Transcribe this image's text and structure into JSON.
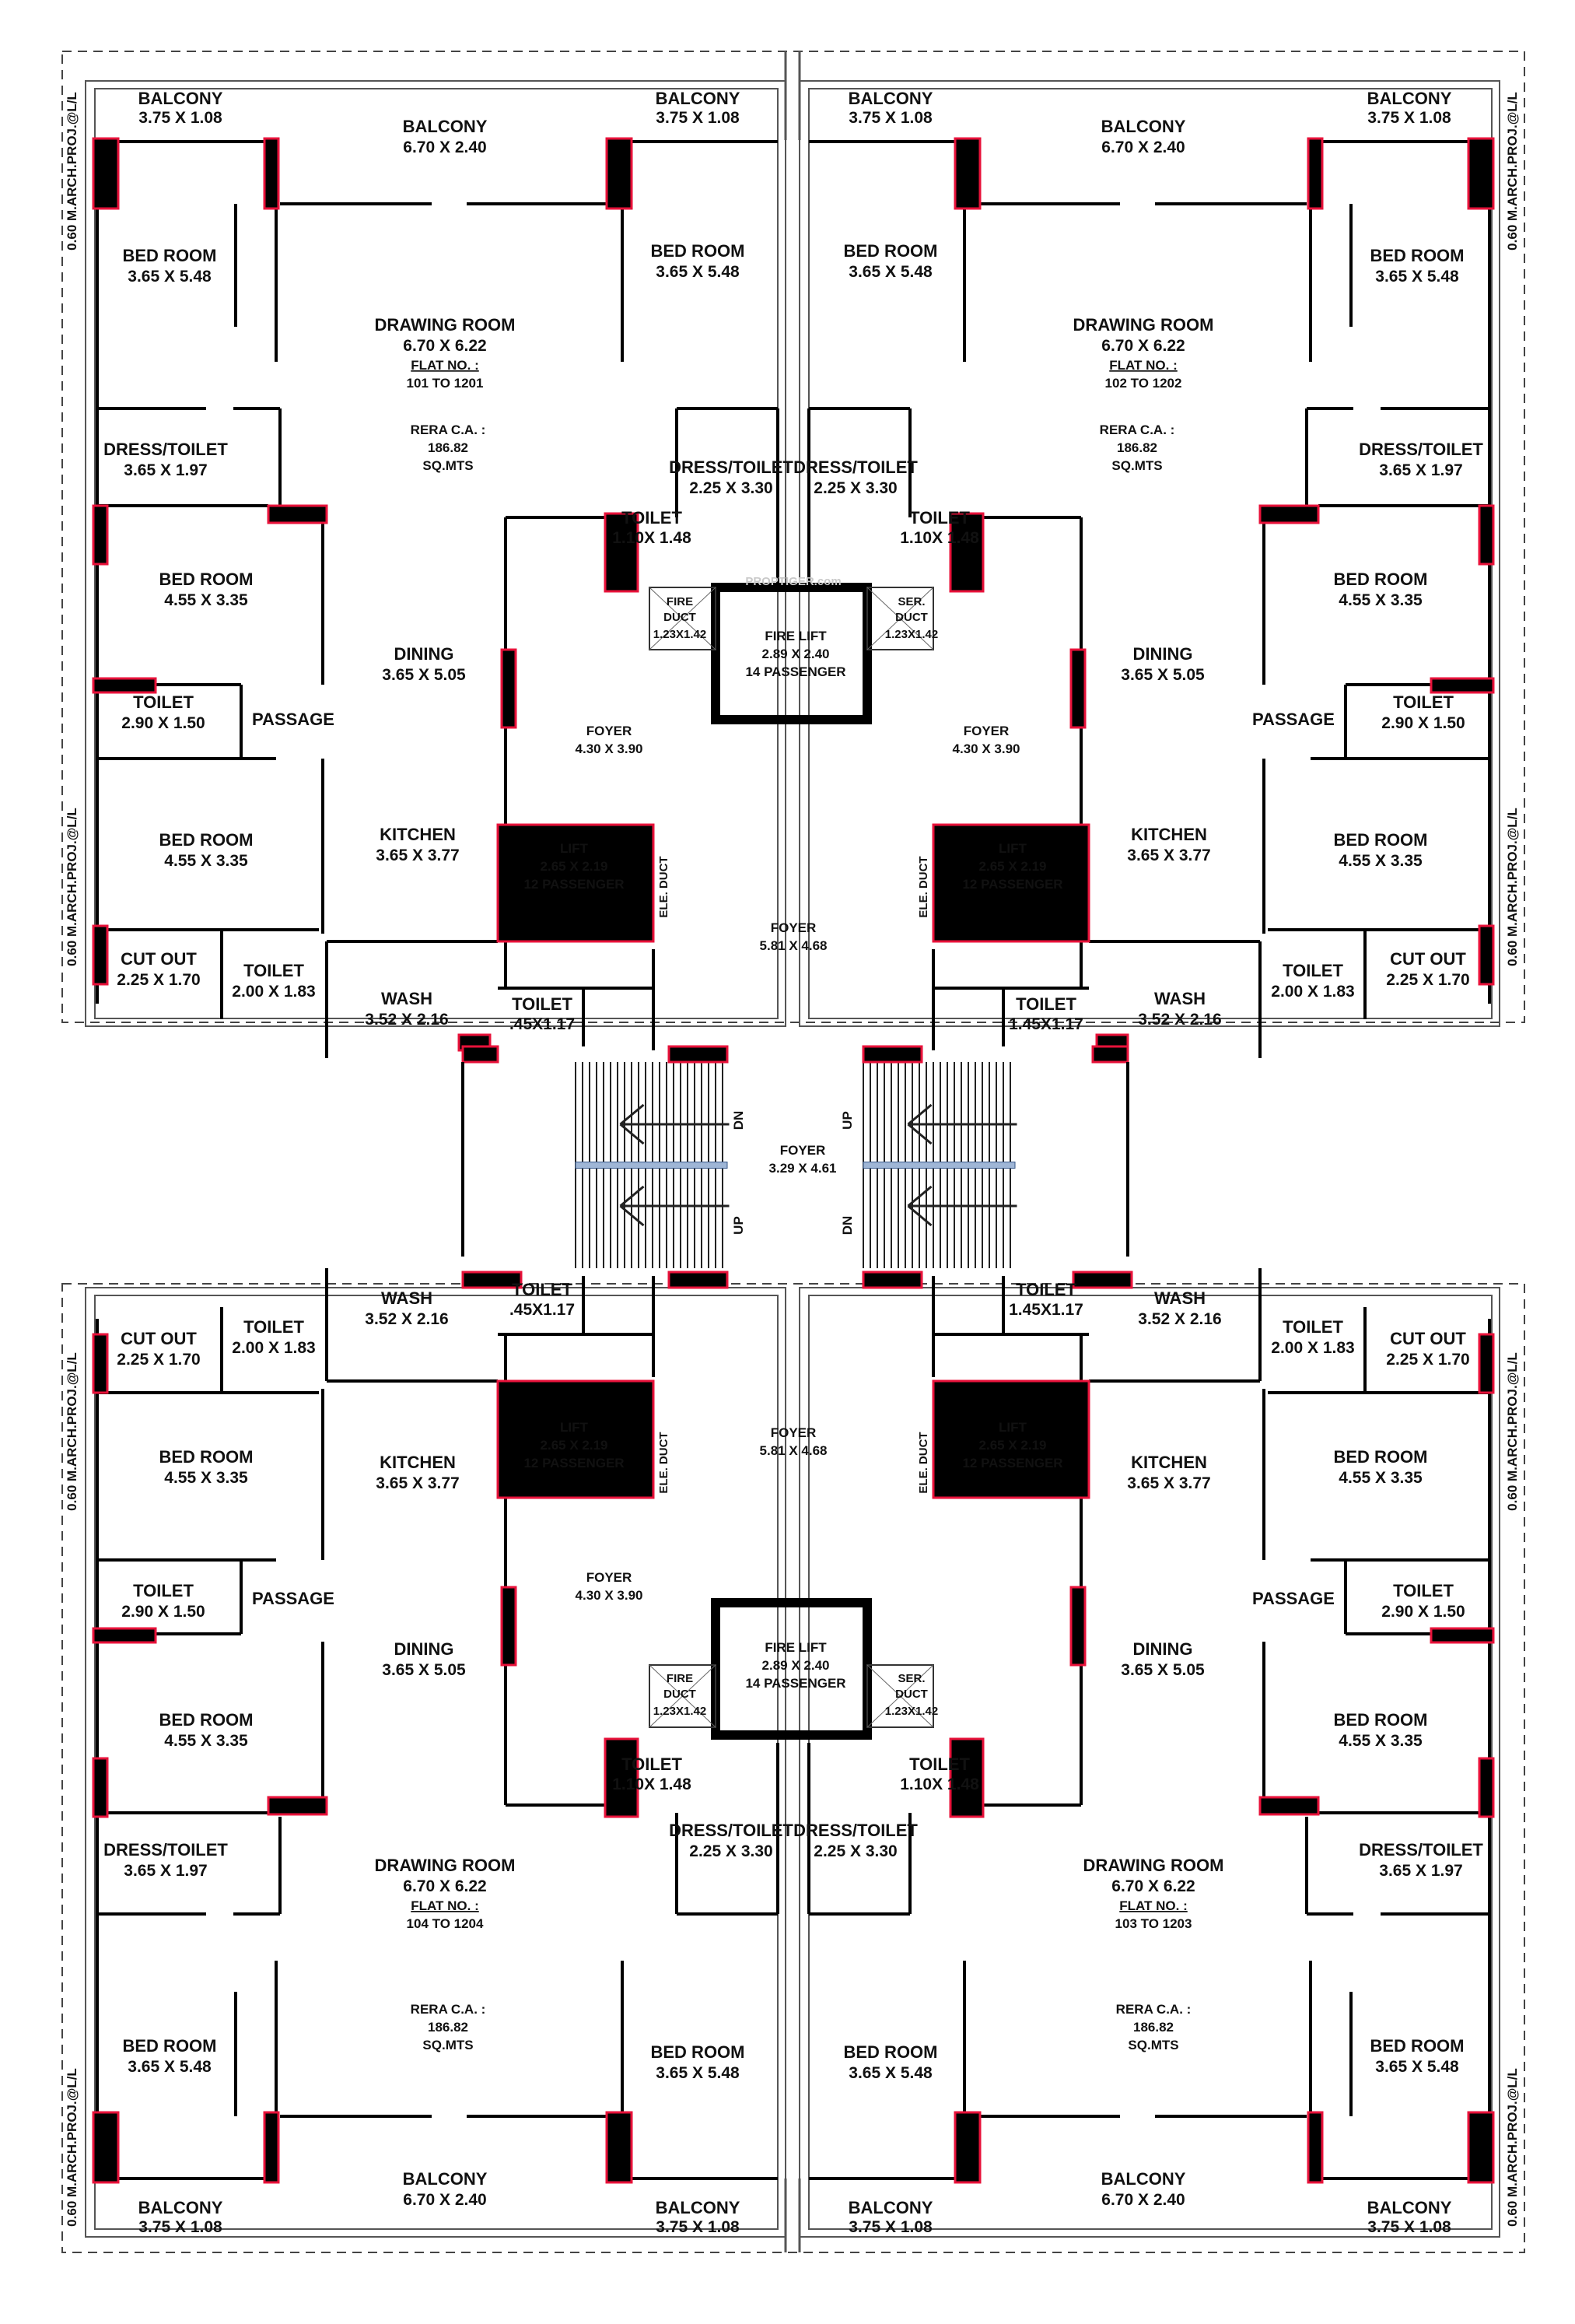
{
  "watermark": "PROPTIGER.com",
  "projections": {
    "left": "0.60 M.ARCH.PROJ.@L/L",
    "right": "0.60 M.ARCH.PROJ.@L/L"
  },
  "flats": [
    {
      "id": "flat-101",
      "flat_no_label": "FLAT NO. :",
      "flat_no_range": "101 TO 1201",
      "rera_label": "RERA C.A. :",
      "rera_value": "186.82",
      "rera_unit": "SQ.MTS",
      "rooms": [
        {
          "name": "BALCONY",
          "dim": "3.75 X 1.08"
        },
        {
          "name": "BALCONY",
          "dim": "6.70 X 2.40"
        },
        {
          "name": "BALCONY",
          "dim": "3.75 X 1.08"
        },
        {
          "name": "BED ROOM",
          "dim": "3.65 X 5.48"
        },
        {
          "name": "DRAWING ROOM",
          "dim": "6.70 X 6.22"
        },
        {
          "name": "BED ROOM",
          "dim": "3.65 X 5.48"
        },
        {
          "name": "DRESS/TOILET",
          "dim": "3.65 X 1.97"
        },
        {
          "name": "DRESS/TOILET",
          "dim": "2.25 X 3.30"
        },
        {
          "name": "TOILET",
          "dim": "1.10X 1.48"
        },
        {
          "name": "BED ROOM",
          "dim": "4.55 X 3.35"
        },
        {
          "name": "DINING",
          "dim": "3.65 X 5.05"
        },
        {
          "name": "TOILET",
          "dim": "2.90 X 1.50"
        },
        {
          "name": "PASSAGE",
          "dim": ""
        },
        {
          "name": "BED ROOM",
          "dim": "4.55 X 3.35"
        },
        {
          "name": "KITCHEN",
          "dim": "3.65 X 3.77"
        },
        {
          "name": "CUT OUT",
          "dim": "2.25 X 1.70"
        },
        {
          "name": "TOILET",
          "dim": "2.00 X 1.83"
        },
        {
          "name": "WASH",
          "dim": "3.52 X 2.16"
        },
        {
          "name": "TOILET",
          "dim": ".45X1.17"
        },
        {
          "name": "FOYER",
          "dim": "4.30 X 3.90"
        }
      ]
    },
    {
      "id": "flat-102",
      "flat_no_label": "FLAT NO. :",
      "flat_no_range": "102 TO 1202",
      "rera_label": "RERA C.A. :",
      "rera_value": "186.82",
      "rera_unit": "SQ.MTS",
      "rooms": [
        {
          "name": "BALCONY",
          "dim": "3.75 X 1.08"
        },
        {
          "name": "BALCONY",
          "dim": "6.70 X 2.40"
        },
        {
          "name": "BALCONY",
          "dim": "3.75 X 1.08"
        },
        {
          "name": "BED ROOM",
          "dim": "3.65 X 5.48"
        },
        {
          "name": "DRAWING ROOM",
          "dim": "6.70 X 6.22"
        },
        {
          "name": "BED ROOM",
          "dim": "3.65 X 5.48"
        },
        {
          "name": "DRESS/TOILET",
          "dim": "2.25 X 3.30"
        },
        {
          "name": "DRESS/TOILET",
          "dim": "3.65 X 1.97"
        },
        {
          "name": "TOILET",
          "dim": "1.10X 1.48"
        },
        {
          "name": "BED ROOM",
          "dim": "4.55 X 3.35"
        },
        {
          "name": "DINING",
          "dim": "3.65 X 5.05"
        },
        {
          "name": "PASSAGE",
          "dim": ""
        },
        {
          "name": "TOILET",
          "dim": "2.90 X 1.50"
        },
        {
          "name": "BED ROOM",
          "dim": "4.55 X 3.35"
        },
        {
          "name": "KITCHEN",
          "dim": "3.65 X 3.77"
        },
        {
          "name": "TOILET",
          "dim": "2.00 X 1.83"
        },
        {
          "name": "CUT OUT",
          "dim": "2.25 X 1.70"
        },
        {
          "name": "WASH",
          "dim": "3.52 X 2.16"
        },
        {
          "name": "TOILET",
          "dim": "1.45X1.17"
        },
        {
          "name": "FOYER",
          "dim": "4.30 X 3.90"
        }
      ]
    },
    {
      "id": "flat-104",
      "flat_no_label": "FLAT NO. :",
      "flat_no_range": "104 TO 1204",
      "rera_label": "RERA C.A. :",
      "rera_value": "186.82",
      "rera_unit": "SQ.MTS",
      "rooms": [
        {
          "name": "WASH",
          "dim": "3.52 X 2.16"
        },
        {
          "name": "TOILET",
          "dim": ".45X1.17"
        },
        {
          "name": "CUT OUT",
          "dim": "2.25 X 1.70"
        },
        {
          "name": "TOILET",
          "dim": "2.00 X 1.83"
        },
        {
          "name": "BED ROOM",
          "dim": "4.55 X 3.35"
        },
        {
          "name": "KITCHEN",
          "dim": "3.65 X 3.77"
        },
        {
          "name": "TOILET",
          "dim": "2.90 X 1.50"
        },
        {
          "name": "PASSAGE",
          "dim": ""
        },
        {
          "name": "FOYER",
          "dim": "4.30 X 3.90"
        },
        {
          "name": "DINING",
          "dim": "3.65 X 5.05"
        },
        {
          "name": "BED ROOM",
          "dim": "4.55 X 3.35"
        },
        {
          "name": "TOILET",
          "dim": "1.10X 1.48"
        },
        {
          "name": "DRESS/TOILET",
          "dim": "3.65 X 1.97"
        },
        {
          "name": "DRAWING ROOM",
          "dim": "6.70 X 6.22"
        },
        {
          "name": "DRESS/TOILET",
          "dim": "2.25 X 3.30"
        },
        {
          "name": "BED ROOM",
          "dim": "3.65 X 5.48"
        },
        {
          "name": "BED ROOM",
          "dim": "3.65 X 5.48"
        },
        {
          "name": "BALCONY",
          "dim": "6.70 X 2.40"
        },
        {
          "name": "BALCONY",
          "dim": "3.75 X 1.08"
        },
        {
          "name": "BALCONY",
          "dim": "3.75 X 1.08"
        }
      ]
    },
    {
      "id": "flat-103",
      "flat_no_label": "FLAT NO. :",
      "flat_no_range": "103 TO 1203",
      "rera_label": "RERA C.A. :",
      "rera_value": "186.82",
      "rera_unit": "SQ.MTS",
      "rooms": [
        {
          "name": "WASH",
          "dim": "3.52 X 2.16"
        },
        {
          "name": "TOILET",
          "dim": "1.45X1.17"
        },
        {
          "name": "TOILET",
          "dim": "2.00 X 1.83"
        },
        {
          "name": "CUT OUT",
          "dim": "2.25 X 1.70"
        },
        {
          "name": "KITCHEN",
          "dim": "3.65 X 3.77"
        },
        {
          "name": "BED ROOM",
          "dim": "4.55 X 3.35"
        },
        {
          "name": "PASSAGE",
          "dim": ""
        },
        {
          "name": "TOILET",
          "dim": "2.90 X 1.50"
        },
        {
          "name": "DINING",
          "dim": "3.65 X 5.05"
        },
        {
          "name": "BED ROOM",
          "dim": "4.55 X 3.35"
        },
        {
          "name": "TOILET",
          "dim": "1.10X 1.48"
        },
        {
          "name": "DRESS/TOILET",
          "dim": "2.25 X 3.30"
        },
        {
          "name": "DRAWING ROOM",
          "dim": "6.70 X 6.22"
        },
        {
          "name": "DRESS/TOILET",
          "dim": "3.65 X 1.97"
        },
        {
          "name": "BED ROOM",
          "dim": "3.65 X 5.48"
        },
        {
          "name": "BED ROOM",
          "dim": "3.65 X 5.48"
        },
        {
          "name": "BALCONY",
          "dim": "6.70 X 2.40"
        },
        {
          "name": "BALCONY",
          "dim": "3.75 X 1.08"
        },
        {
          "name": "BALCONY",
          "dim": "3.75 X 1.08"
        }
      ]
    }
  ],
  "core": {
    "fire_lift_top": {
      "name": "FIRE LIFT",
      "dim": "2.89 X 2.40",
      "cap": "14 PASSENGER"
    },
    "fire_lift_bottom": {
      "name": "FIRE LIFT",
      "dim": "2.89 X 2.40",
      "cap": "14 PASSENGER"
    },
    "fire_duct_top": {
      "name": "FIRE",
      "name2": "DUCT",
      "dim": "1.23X1.42"
    },
    "ser_duct_top": {
      "name": "SER.",
      "name2": "DUCT",
      "dim": "1.23X1.42"
    },
    "fire_duct_bottom": {
      "name": "FIRE",
      "name2": "DUCT",
      "dim": "1.23X1.42"
    },
    "ser_duct_bottom": {
      "name": "SER.",
      "name2": "DUCT",
      "dim": "1.23X1.42"
    },
    "lift_tl": {
      "name": "LIFT",
      "dim": "2.65 X 2.19",
      "cap": "12 PASSENGER"
    },
    "lift_tr": {
      "name": "LIFT",
      "dim": "2.65 X 2.19",
      "cap": "12 PASSENGER"
    },
    "lift_bl": {
      "name": "LIFT",
      "dim": "2.65 X 2.19",
      "cap": "12 PASSENGER"
    },
    "lift_br": {
      "name": "LIFT",
      "dim": "2.65 X 2.19",
      "cap": "12 PASSENGER"
    },
    "ele_duct": "ELE. DUCT",
    "foyer_top": {
      "name": "FOYER",
      "dim": "5.81 X 4.68"
    },
    "foyer_bottom": {
      "name": "FOYER",
      "dim": "5.81 X 4.68"
    },
    "foyer_center": {
      "name": "FOYER",
      "dim": "3.29 X 4.61"
    },
    "stair_up": "UP",
    "stair_dn": "DN"
  }
}
